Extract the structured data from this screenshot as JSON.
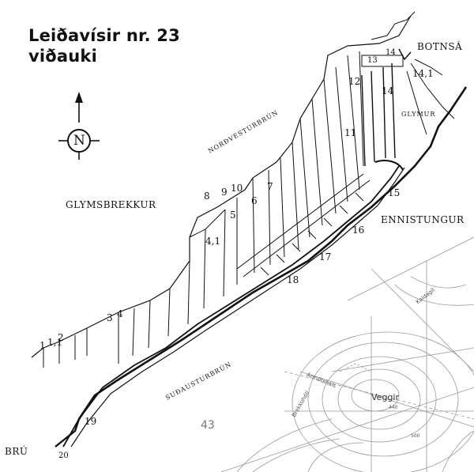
{
  "title": {
    "line1": "Leiðavísir nr. 23",
    "line2": "viðauki"
  },
  "compass": {
    "letter": "N"
  },
  "places": {
    "botnsa": "BOTNSÁ",
    "glymur": "GLYMUR",
    "glymsbrekkur": "GLYMSBREKKUR",
    "ennistungur": "ENNISTUNGUR",
    "nordvesturbrun": "NORÐVESTURBRÚN",
    "sudausturbrun": "SUÐAUSTURBRÚN",
    "bru": "BRÚ"
  },
  "points": [
    "1",
    "1,1",
    "2",
    "3",
    "4",
    "4,1",
    "5",
    "6",
    "7",
    "8",
    "9",
    "10",
    "11",
    "12",
    "13",
    "14",
    "14,1",
    "14",
    "15",
    "16",
    "17",
    "18",
    "19",
    "20"
  ],
  "map_inset": {
    "veggir": "Veggir",
    "grid": "43",
    "road1": "Ármótsháls",
    "road2": "Brekkuhóll",
    "stream": "Kaldagil",
    "contour1": "440",
    "contour2": "500"
  },
  "colors": {
    "ink": "#111111",
    "map": "#8a8a8a"
  }
}
